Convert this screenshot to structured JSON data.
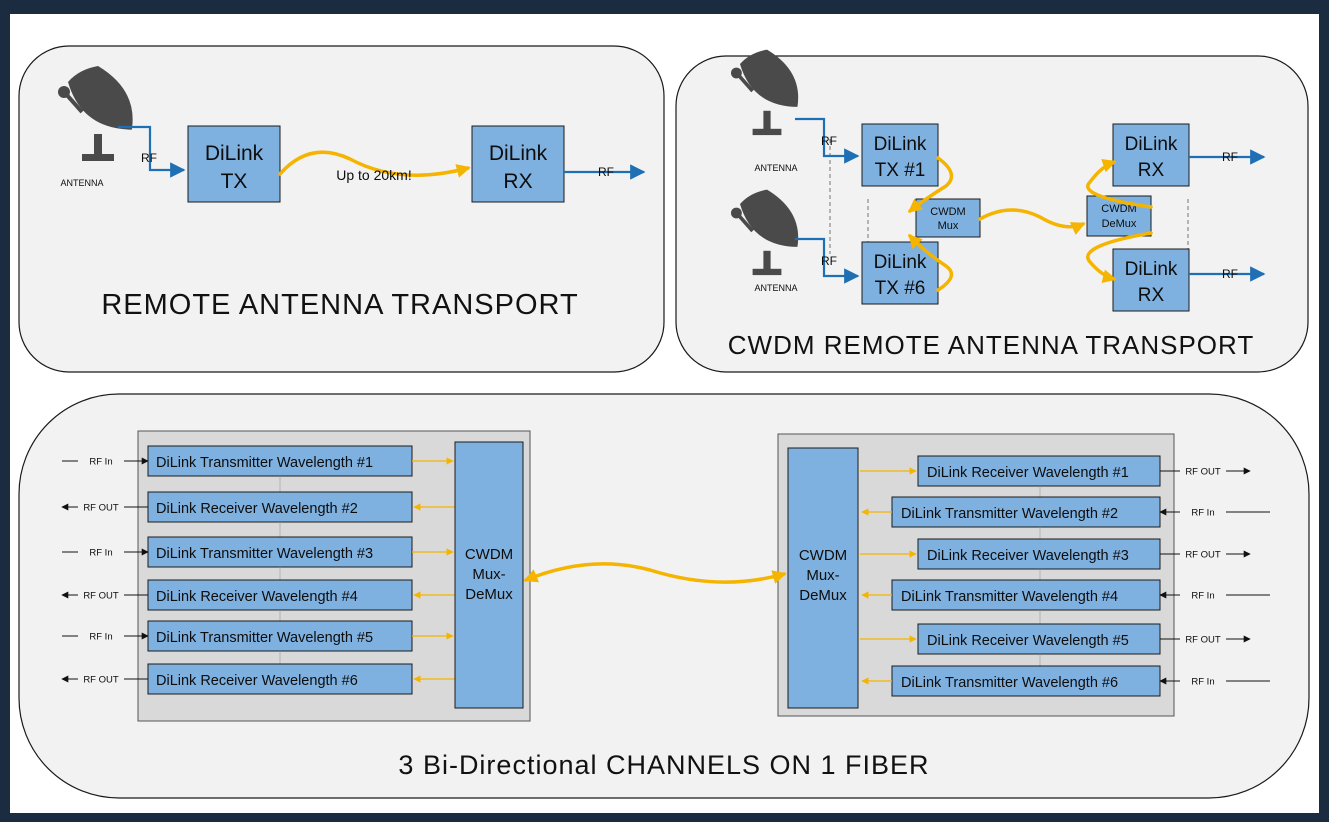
{
  "panels": {
    "remote": {
      "title": "REMOTE  ANTENNA  TRANSPORT",
      "antenna_label": "ANTENNA",
      "rf_in": "RF",
      "tx": {
        "line1": "DiLink",
        "line2": "TX"
      },
      "rx": {
        "line1": "DiLink",
        "line2": "RX"
      },
      "fiber_label": "Up to 20km!",
      "rf_out": "RF"
    },
    "cwdm": {
      "title": "CWDM  REMOTE  ANTENNA  TRANSPORT",
      "antenna1_label": "ANTENNA",
      "antenna2_label": "ANTENNA",
      "rf1": "RF",
      "rf2": "RF",
      "tx1": {
        "line1": "DiLink",
        "line2": "TX #1"
      },
      "tx6": {
        "line1": "DiLink",
        "line2": "TX #6"
      },
      "mux": {
        "line1": "CWDM",
        "line2": "Mux"
      },
      "demux": {
        "line1": "CWDM",
        "line2": "DeMux"
      },
      "rx_top": {
        "line1": "DiLink",
        "line2": "RX"
      },
      "rx_bottom": {
        "line1": "DiLink",
        "line2": "RX"
      },
      "rf_out1": "RF",
      "rf_out2": "RF"
    },
    "bidir": {
      "title": "3 Bi-Directional CHANNELS ON 1 FIBER",
      "left_mux": {
        "line1": "CWDM",
        "line2": "Mux-",
        "line3": "DeMux"
      },
      "right_mux": {
        "line1": "CWDM",
        "line2": "Mux-",
        "line3": "DeMux"
      },
      "left_rows": [
        {
          "label": "DiLink Transmitter Wavelength #1",
          "port": "RF In",
          "dir": "in"
        },
        {
          "label": "DiLink Receiver Wavelength #2",
          "port": "RF OUT",
          "dir": "out"
        },
        {
          "label": "DiLink Transmitter Wavelength #3",
          "port": "RF In",
          "dir": "in"
        },
        {
          "label": "DiLink Receiver Wavelength #4",
          "port": "RF OUT",
          "dir": "out"
        },
        {
          "label": "DiLink Transmitter Wavelength #5",
          "port": "RF In",
          "dir": "in"
        },
        {
          "label": "DiLink Receiver Wavelength #6",
          "port": "RF OUT",
          "dir": "out"
        }
      ],
      "right_rows": [
        {
          "label": "DiLink Receiver Wavelength #1",
          "port": "RF OUT",
          "dir": "out"
        },
        {
          "label": "DiLink Transmitter Wavelength #2",
          "port": "RF In",
          "dir": "in"
        },
        {
          "label": "DiLink Receiver Wavelength #3",
          "port": "RF OUT",
          "dir": "out"
        },
        {
          "label": "DiLink Transmitter Wavelength #4",
          "port": "RF In",
          "dir": "in"
        },
        {
          "label": "DiLink Receiver Wavelength #5",
          "port": "RF OUT",
          "dir": "out"
        },
        {
          "label": "DiLink Transmitter Wavelength #6",
          "port": "RF In",
          "dir": "in"
        }
      ]
    }
  },
  "colors": {
    "frame": "#1c2c40",
    "panel": "#f2f2f2",
    "block": "#7fb1e0",
    "chassis": "#d9d9d9",
    "fiber": "#f5b400",
    "rf_line": "#1f6fb4"
  }
}
